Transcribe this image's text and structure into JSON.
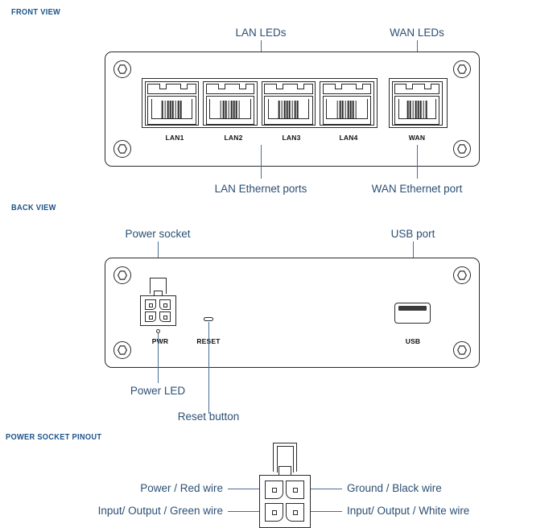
{
  "colors": {
    "section_header": "#1d5289",
    "callout_text": "#2b4f74",
    "leader_line": "#4a6f96",
    "outline": "#2a2a2a",
    "background": "#ffffff"
  },
  "sections": {
    "front": {
      "header": "FRONT VIEW"
    },
    "back": {
      "header": "BACK VIEW"
    },
    "pinout": {
      "header": "POWER SOCKET PINOUT"
    }
  },
  "front_view": {
    "callouts": {
      "lan_leds": "LAN LEDs",
      "wan_leds": "WAN LEDs",
      "lan_ethernet_ports": "LAN Ethernet ports",
      "wan_ethernet_port": "WAN Ethernet port"
    },
    "lan_ports": [
      {
        "label": "LAN1"
      },
      {
        "label": "LAN2"
      },
      {
        "label": "LAN3"
      },
      {
        "label": "LAN4"
      }
    ],
    "wan_port": {
      "label": "WAN"
    }
  },
  "back_view": {
    "callouts": {
      "power_socket": "Power socket",
      "usb_port": "USB port",
      "power_led": "Power LED",
      "reset_button": "Reset button"
    },
    "silkscreen": {
      "pwr": "PWR",
      "reset": "RESET",
      "usb": "USB"
    }
  },
  "pinout": {
    "pins": {
      "top_left": "Power / Red wire",
      "top_right": "Ground / Black wire",
      "bottom_left": "Input/ Output / Green wire",
      "bottom_right": "Input/ Output / White wire"
    }
  }
}
